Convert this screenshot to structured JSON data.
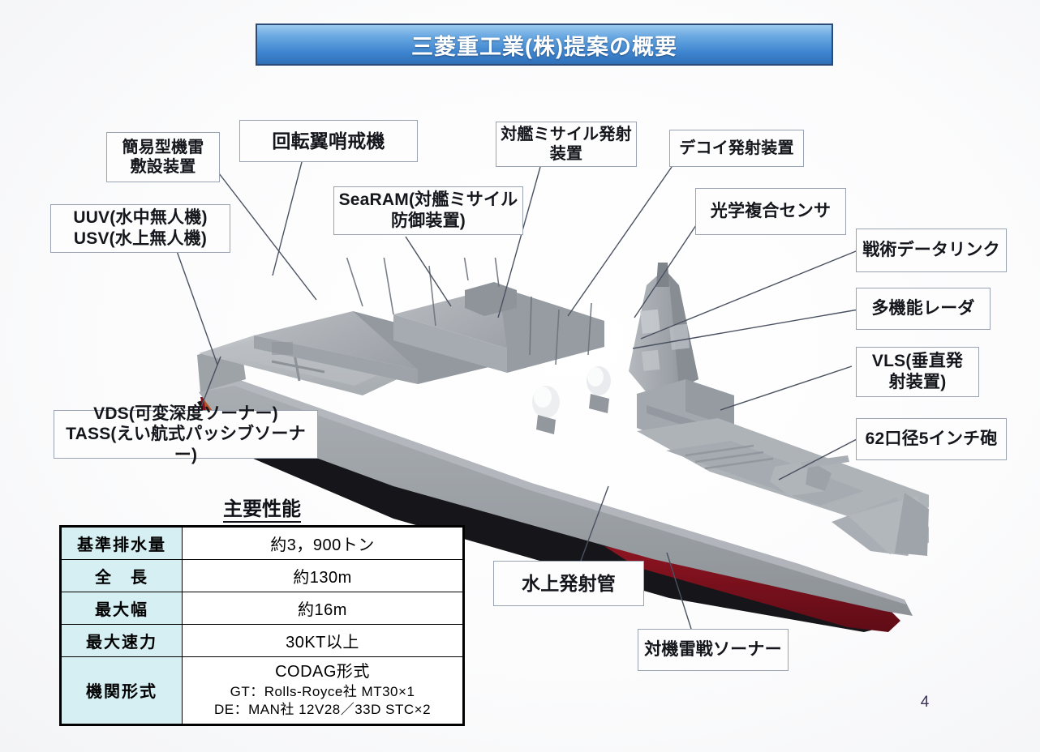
{
  "title": {
    "text": "三菱重工業(株)提案の概要",
    "banner_border": "#2b4a78",
    "banner_blue": "#3e85cf"
  },
  "callouts": [
    {
      "name": "mine-laying",
      "lines": [
        "簡易型機雷",
        "敷設装置"
      ]
    },
    {
      "name": "rotary-wing-patrol-aircraft",
      "lines": [
        "回転翼哨戒機"
      ]
    },
    {
      "name": "anti-ship-missile-launcher",
      "lines": [
        "対艦ミサイル発射",
        "装置"
      ]
    },
    {
      "name": "decoy-launcher",
      "lines": [
        "デコイ発射装置"
      ]
    },
    {
      "name": "uuv-usv",
      "lines": [
        "UUV(水中無人機)",
        "USV(水上無人機)"
      ]
    },
    {
      "name": "searam",
      "lines": [
        "SeaRAM(対艦ミサイル",
        "防御装置)"
      ]
    },
    {
      "name": "electro-optical-sensor",
      "lines": [
        "光学複合センサ"
      ]
    },
    {
      "name": "tactical-data-link",
      "lines": [
        "戦術データリンク"
      ]
    },
    {
      "name": "multifunction-radar",
      "lines": [
        "多機能レーダ"
      ]
    },
    {
      "name": "vls",
      "lines": [
        "VLS(垂直発",
        "射装置)"
      ]
    },
    {
      "name": "five-inch-gun",
      "lines": [
        "62口径5インチ砲"
      ]
    },
    {
      "name": "vds-tass",
      "lines": [
        "VDS(可変深度ソーナー)",
        "TASS(えい航式パッシブソーナー)"
      ]
    },
    {
      "name": "surface-torpedo-tube",
      "lines": [
        "水上発射管"
      ]
    },
    {
      "name": "mcm-sonar",
      "lines": [
        "対機雷戦ソーナー"
      ]
    }
  ],
  "spec": {
    "heading": "主要性能",
    "rows": [
      {
        "key": "基準排水量",
        "value": "約3，900トン"
      },
      {
        "key": "全　長",
        "value": "約130m"
      },
      {
        "key": "最大幅",
        "value": "約16m"
      },
      {
        "key": "最大速力",
        "value": "30KT以上"
      }
    ],
    "engine": {
      "key": "機関形式",
      "line1": "CODAG形式",
      "line2": "GT：Rolls-Royce社 MT30×1",
      "line3": "DE：MAN社 12V28／33D STC×2"
    }
  },
  "page_number": "4",
  "colors": {
    "table_key_bg": "#d5eff3",
    "hull_gray": "#a8adb2",
    "hull_boot_red": "#7d1220",
    "hull_bottom_black": "#141418",
    "leader_line": "#4a5160"
  }
}
